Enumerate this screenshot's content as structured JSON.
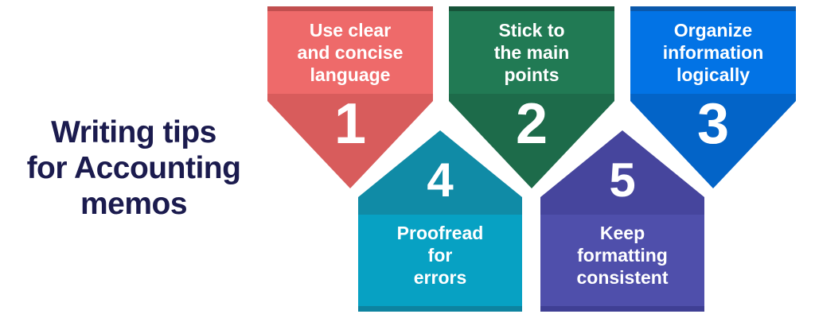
{
  "title": {
    "lines": [
      "Writing tips",
      "for Accounting",
      "memos"
    ],
    "color": "#1b1b4e"
  },
  "background": "#ffffff",
  "label_text_color": "#ffffff",
  "tips": [
    {
      "number": "1",
      "lines": [
        "Use clear",
        "and concise",
        "language"
      ],
      "direction": "down",
      "colors": {
        "strip": "#c14f4f",
        "body": "#ee6a6a",
        "number_section": "#d85c5c"
      }
    },
    {
      "number": "2",
      "lines": [
        "Stick to",
        "the main",
        "points"
      ],
      "direction": "down",
      "colors": {
        "strip": "#175339",
        "body": "#217a54",
        "number_section": "#1d6b4a"
      }
    },
    {
      "number": "3",
      "lines": [
        "Organize",
        "information",
        "logically"
      ],
      "direction": "down",
      "colors": {
        "strip": "#0a58ab",
        "body": "#0273e5",
        "number_section": "#0364c8"
      }
    },
    {
      "number": "4",
      "lines": [
        "Proofread",
        "for",
        "errors"
      ],
      "direction": "up",
      "colors": {
        "strip": "#0d83a0",
        "body": "#07a1c3",
        "number_section": "#108ba6"
      }
    },
    {
      "number": "5",
      "lines": [
        "Keep",
        "formatting",
        "consistent"
      ],
      "direction": "up",
      "colors": {
        "strip": "#3f3f94",
        "body": "#4f4fab",
        "number_section": "#46459d"
      }
    }
  ]
}
